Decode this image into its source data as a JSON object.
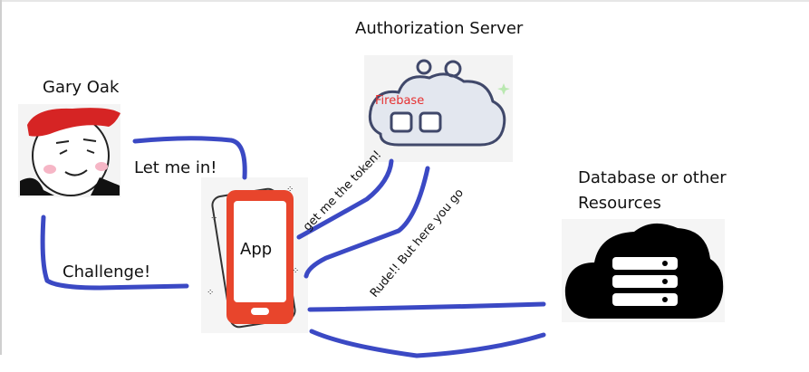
{
  "nodes": {
    "user": "Gary Oak",
    "auth_server": "Authorization Server",
    "firebase": "Firebase",
    "app": "App",
    "resources_line1": "Database or other",
    "resources_line2": "Resources"
  },
  "edges": {
    "let_me_in": "Let me in!",
    "challenge": "Challenge!",
    "get_token": "get me the token!",
    "rude": "Rude!! But here you go"
  },
  "colors": {
    "connector": "#3b49c4",
    "phone": "#e8452c",
    "firebase_text": "#e63030",
    "hair": "#d62424",
    "database": "#000000"
  }
}
